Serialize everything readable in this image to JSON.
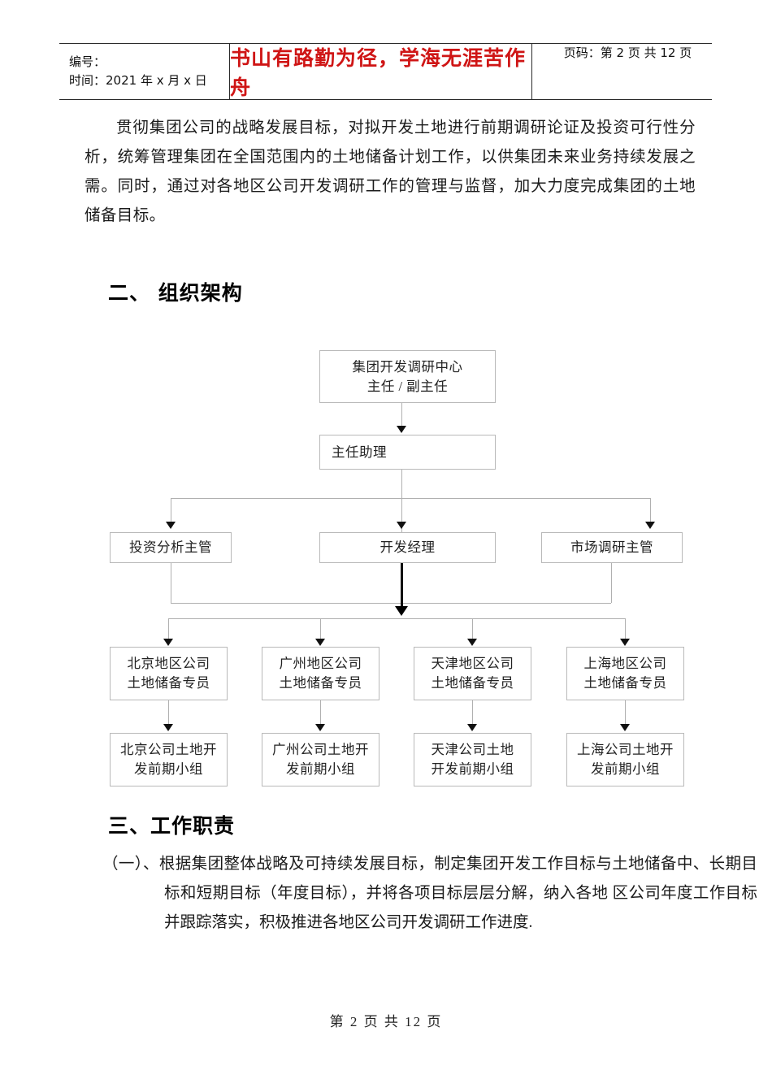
{
  "header": {
    "label_number": "编号：",
    "label_time": "时间：2021 年 x 月 x 日",
    "motto": "书山有路勤为径，学海无涯苦作舟",
    "page_label": "页码：第 2 页  共 12 页"
  },
  "intro_paragraph": "贯彻集团公司的战略发展目标，对拟开发土地进行前期调研论证及投资可行性分析，统筹管理集团在全国范围内的土地储备计划工作，以供集团未来业务持续发展之需。同时，通过对各地区公司开发调研工作的管理与监督，加大力度完成集团的土地储备目标。",
  "section_org": "二、   组织架构",
  "section_duty": "三、工作职责",
  "duty_item_1": "（一）、根据集团整体战略及可持续发展目标，制定集团开发工作目标与土地储备中、长期目标和短期目标（年度目标），并将各项目标层层分解，纳入各地 区公司年度工作目标并跟踪落实，积极推进各地区公司开发调研工作进度.",
  "footer": {
    "text": "第 2 页 共 12 页",
    "current_page": "2",
    "total_pages": "12"
  },
  "org_chart": {
    "type": "diagram",
    "title": "集团开发调研中心组织架构图",
    "tiers": [
      {
        "level": 1,
        "nodes": [
          {
            "id": "center",
            "line1": "集团开发调研中心",
            "line2": "主任 / 副主任"
          }
        ]
      },
      {
        "level": 2,
        "nodes": [
          {
            "id": "assistant",
            "line1": "主任助理"
          }
        ]
      },
      {
        "level": 3,
        "nodes": [
          {
            "id": "invest",
            "line1": "投资分析主管"
          },
          {
            "id": "devmgr",
            "line1": "开发经理"
          },
          {
            "id": "market",
            "line1": "市场调研主管"
          }
        ]
      },
      {
        "level": 4,
        "nodes": [
          {
            "id": "bj-officer",
            "line1": "北京地区公司",
            "line2": "土地储备专员"
          },
          {
            "id": "gz-officer",
            "line1": "广州地区公司",
            "line2": "土地储备专员"
          },
          {
            "id": "tj-officer",
            "line1": "天津地区公司",
            "line2": "土地储备专员"
          },
          {
            "id": "sh-officer",
            "line1": "上海地区公司",
            "line2": "土地储备专员"
          }
        ]
      },
      {
        "level": 5,
        "nodes": [
          {
            "id": "bj-team",
            "line1": "北京公司土地开",
            "line2": "发前期小组"
          },
          {
            "id": "gz-team",
            "line1": "广州公司土地开",
            "line2": "发前期小组"
          },
          {
            "id": "tj-team",
            "line1": "天津公司土地",
            "line2": "开发前期小组"
          },
          {
            "id": "sh-team",
            "line1": "上海公司土地开",
            "line2": "发前期小组"
          }
        ]
      }
    ],
    "colors": {
      "box_border": "#b9b9b9",
      "connector": "#b0b0b0",
      "arrow": "#111111"
    }
  }
}
